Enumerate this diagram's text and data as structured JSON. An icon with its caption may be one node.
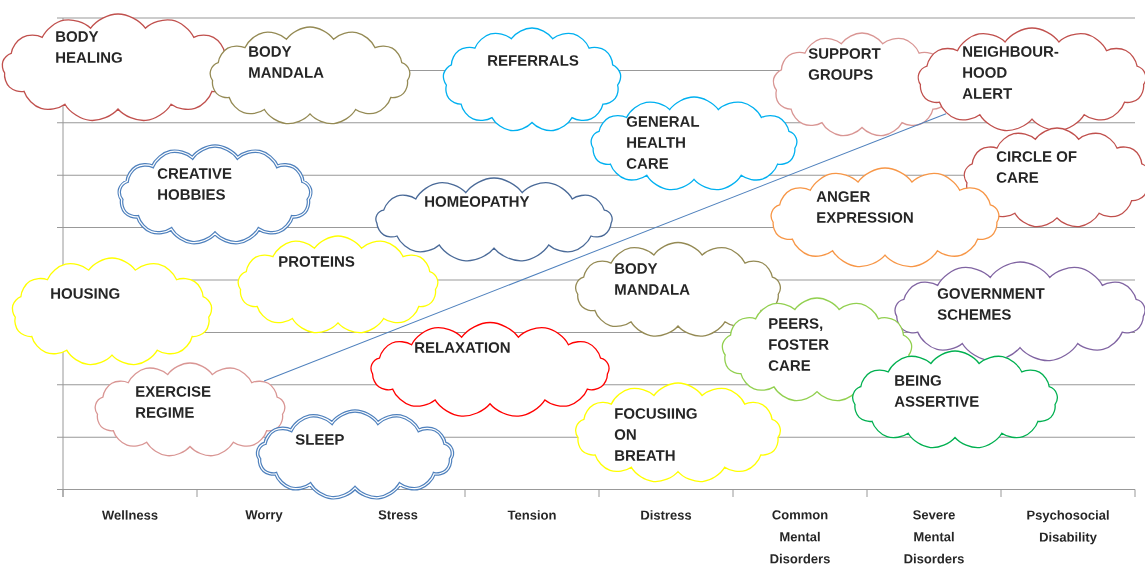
{
  "diagram": {
    "nodes": [
      {
        "text": [
          "BODY HEALING"
        ]
      },
      {
        "text": [
          "BODY MANDALA"
        ]
      },
      {
        "text": [
          "REFERRALS"
        ]
      },
      {
        "text": [
          "SUPPORT GROUPS"
        ]
      },
      {
        "text": [
          "NEIGHBOUR- HOOD ALERT"
        ]
      },
      {
        "text": [
          "GENERAL HEALTH CARE"
        ]
      },
      {
        "text": [
          "CREATIVE HOBBIES"
        ]
      },
      {
        "text": [
          "CIRCLE OF CARE"
        ]
      },
      {
        "text": [
          "HOMEOPATHY"
        ]
      },
      {
        "text": [
          "ANGER EXPRESSION"
        ]
      },
      {
        "text": [
          "PROTEINS"
        ]
      },
      {
        "text": [
          "HOUSING"
        ]
      },
      {
        "text": [
          "BODY MANDALA"
        ]
      },
      {
        "text": [
          "GOVERNMENT SCHEMES"
        ]
      },
      {
        "text": [
          "PEERS, FOSTER CARE"
        ]
      },
      {
        "text": [
          "RELAXATION"
        ]
      },
      {
        "text": [
          "EXERCISE REGIME"
        ]
      },
      {
        "text": [
          "BEING ASSERTIVE"
        ]
      },
      {
        "text": [
          "FOCUSIING ON BREATH"
        ]
      },
      {
        "text": [
          "SLEEP"
        ]
      }
    ],
    "edges": [
      {
        "from": 16,
        "to": 4,
        "arrow": "none"
      }
    ],
    "labels": [
      "Wellness",
      "Worry",
      "Stress",
      "Tension",
      "Distress",
      "Common Mental Disorders",
      "Severe Mental Disorders",
      "Psychosocial Disability"
    ]
  }
}
